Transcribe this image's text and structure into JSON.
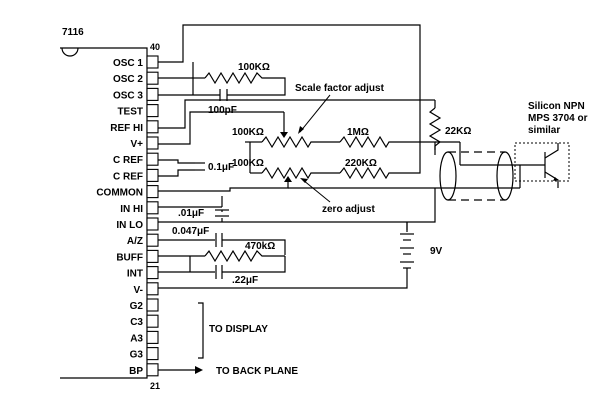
{
  "chip": {
    "name": "7116",
    "pin_top": "40",
    "pin_bottom": "21",
    "pins_left": [
      "OSC 1",
      "OSC 2",
      "OSC 3",
      "TEST",
      "REF HI",
      "V+",
      "C REF",
      "C REF",
      "COMMON",
      "IN HI",
      "IN LO",
      "A/Z",
      "BUFF",
      "INT",
      "V-",
      "G2",
      "C3",
      "A3",
      "G3",
      "BP"
    ]
  },
  "components": {
    "r_osc": "100KΩ",
    "c_osc": "100pF",
    "scale_label": "Scale factor adjust",
    "pot_scale": "100KΩ",
    "r_scale": "1MΩ",
    "c_ref": "0.1μF",
    "pot_zero": "100KΩ",
    "r_zero": "220KΩ",
    "zero_label": "zero adjust",
    "c_in": ".01μF",
    "c_az": "0.047μF",
    "r_int": "470kΩ",
    "c_int": ".22μF",
    "r_bias": "22KΩ",
    "battery": "9V"
  },
  "transistor": {
    "line1": "Silicon NPN",
    "line2": "MPS 3704 or",
    "line3": "similar"
  },
  "outputs": {
    "display": "TO DISPLAY",
    "backplane": "TO BACK PLANE"
  }
}
